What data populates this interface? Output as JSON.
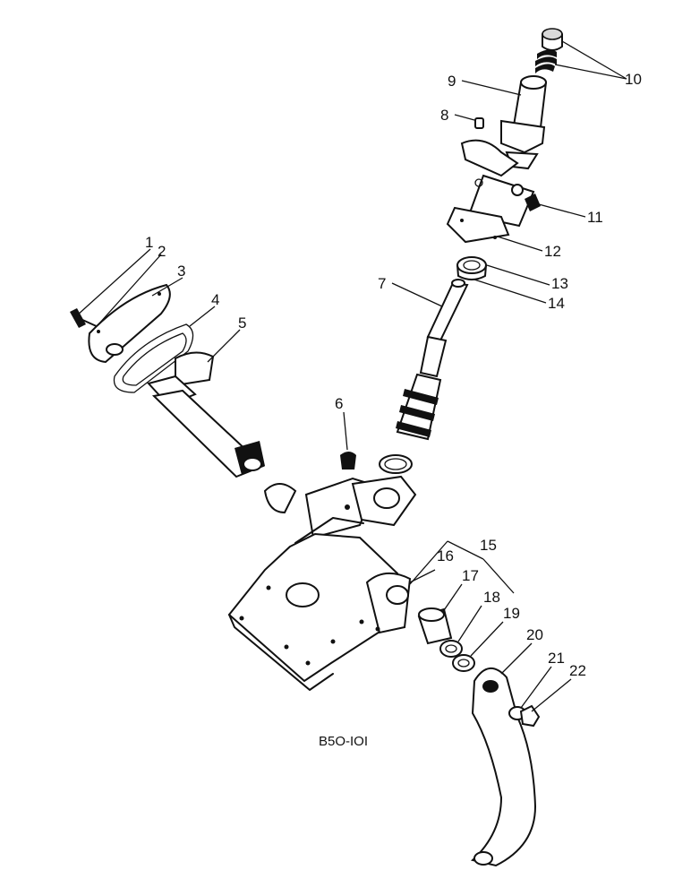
{
  "diagram": {
    "figure_label": "B5O-IOI",
    "callouts": [
      {
        "id": "1",
        "text": "1"
      },
      {
        "id": "2",
        "text": "2"
      },
      {
        "id": "3",
        "text": "3"
      },
      {
        "id": "4",
        "text": "4"
      },
      {
        "id": "5",
        "text": "5"
      },
      {
        "id": "6",
        "text": "6"
      },
      {
        "id": "7",
        "text": "7"
      },
      {
        "id": "8",
        "text": "8"
      },
      {
        "id": "9",
        "text": "9"
      },
      {
        "id": "10",
        "text": "10"
      },
      {
        "id": "11",
        "text": "11"
      },
      {
        "id": "12",
        "text": "12"
      },
      {
        "id": "13",
        "text": "13"
      },
      {
        "id": "14",
        "text": "14"
      },
      {
        "id": "15",
        "text": "15"
      },
      {
        "id": "16",
        "text": "16"
      },
      {
        "id": "17",
        "text": "17"
      },
      {
        "id": "18",
        "text": "18"
      },
      {
        "id": "19",
        "text": "19"
      },
      {
        "id": "20",
        "text": "20"
      },
      {
        "id": "21",
        "text": "21"
      },
      {
        "id": "22",
        "text": "22"
      }
    ]
  }
}
